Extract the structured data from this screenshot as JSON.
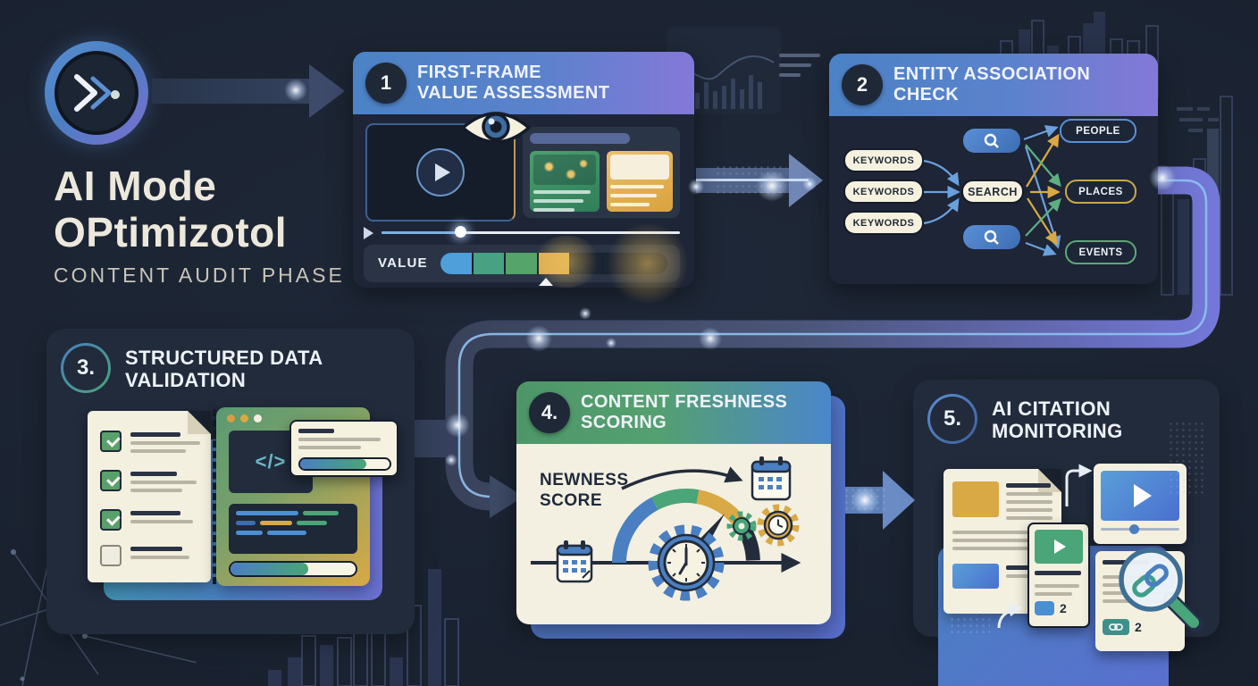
{
  "header": {
    "title_line1": "AI Mode",
    "title_line2": "OPtimizotol",
    "subtitle": "CONTENT AUDIT PHASE"
  },
  "steps": {
    "s1": {
      "number": "1",
      "title1": "FIRST-FRAME",
      "title2": "VALUE ASSESSMENT",
      "value_label": "VALUE"
    },
    "s2": {
      "number": "2",
      "title1": "ENTITY ASSOCIATION",
      "title2": "CHECK",
      "keywords": [
        "KEYWORDS",
        "KEYWORDS",
        "KEYWORDS"
      ],
      "search_label": "SEARCH",
      "entities": {
        "people": "PEOPLE",
        "places": "PLACES",
        "events": "EVENTS"
      }
    },
    "s3": {
      "number": "3.",
      "title1": "STRUCTURED DATA",
      "title2": "VALIDATION",
      "code_glyph": "</>"
    },
    "s4": {
      "number": "4.",
      "title1": "CONTENT FRESHNESS",
      "title2": "SCORING",
      "score_line1": "NEWNESS",
      "score_line2": "SCORE"
    },
    "s5": {
      "number": "5.",
      "title1": "AI CITATION",
      "title2": "MONITORING",
      "video_count": "2",
      "citation_count": "2"
    }
  },
  "colors": {
    "background": "#18202d",
    "panel_dark": "#212b3c",
    "header_gradient_blue": "#4b82c6",
    "header_gradient_purple": "#8478d8",
    "header_gradient_green": "#4d9668",
    "accent_blue": "#4a8fd4",
    "accent_green": "#4aa578",
    "accent_gold": "#d9a945",
    "cream": "#f5f1df",
    "entity_border_people": "#5a8fd4",
    "entity_border_places": "#c9a84c",
    "entity_border_events": "#5ba878",
    "meter_segments": [
      "#4f9fda",
      "#48a182",
      "#55a469",
      "#dcae52",
      "#1b2432",
      "#1b2432",
      "#1b2432"
    ]
  }
}
